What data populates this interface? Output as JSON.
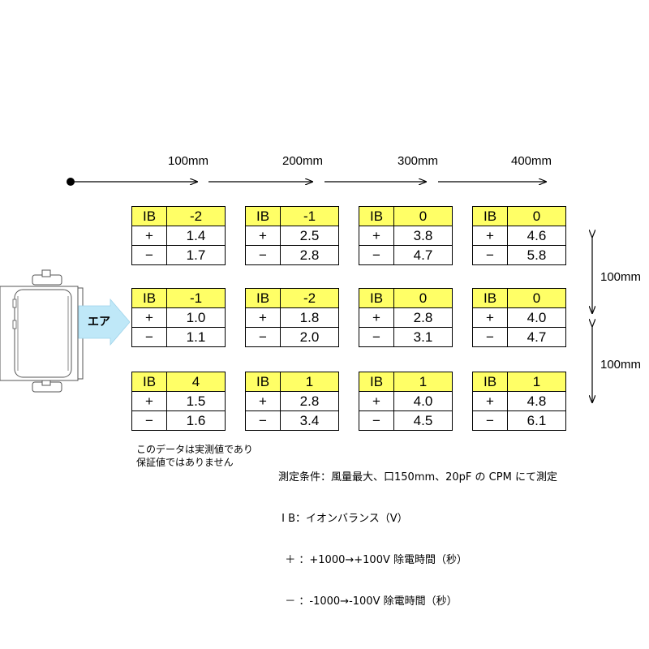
{
  "distance_labels": [
    "100mm",
    "200mm",
    "300mm",
    "400mm"
  ],
  "vertical_labels": [
    "100mm",
    "100mm"
  ],
  "air_label": "エア",
  "grid": [
    [
      {
        "ib": "-2",
        "plus": "1.4",
        "minus": "1.7"
      },
      {
        "ib": "-1",
        "plus": "2.5",
        "minus": "2.8"
      },
      {
        "ib": "0",
        "plus": "3.8",
        "minus": "4.7"
      },
      {
        "ib": "0",
        "plus": "4.6",
        "minus": "5.8"
      }
    ],
    [
      {
        "ib": "-1",
        "plus": "1.0",
        "minus": "1.1"
      },
      {
        "ib": "-2",
        "plus": "1.8",
        "minus": "2.0"
      },
      {
        "ib": "0",
        "plus": "2.8",
        "minus": "3.1"
      },
      {
        "ib": "0",
        "plus": "4.0",
        "minus": "4.7"
      }
    ],
    [
      {
        "ib": "4",
        "plus": "1.5",
        "minus": "1.6"
      },
      {
        "ib": "1",
        "plus": "2.8",
        "minus": "3.4"
      },
      {
        "ib": "1",
        "plus": "4.0",
        "minus": "4.5"
      },
      {
        "ib": "1",
        "plus": "4.8",
        "minus": "6.1"
      }
    ]
  ],
  "row_keys": {
    "ib": "IB",
    "plus": "+",
    "minus": "−"
  },
  "notes": {
    "line1": "このデータは実測値であり",
    "line2": "保証値ではありません"
  },
  "conditions": {
    "line1": "測定条件：風量最大、口150mm、20pF の CPM にて測定",
    "line2": " I B：イオンバランス（V）",
    "line3": "  ＋ ：+1000→+100V 除電時間（秒）",
    "line4": "  － ：-1000→-100V 除電時間（秒）"
  },
  "colors": {
    "header_fill": "#ffff66",
    "air_arrow": "#bfe8f8"
  }
}
